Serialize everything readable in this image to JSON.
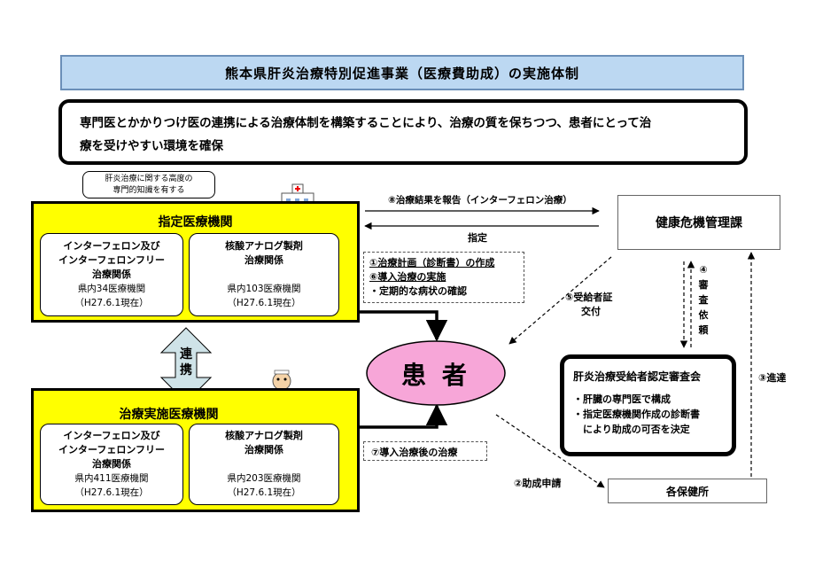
{
  "title": "熊本県肝炎治療特別促進事業（医療費助成）の実施体制",
  "summary_line1": "専門医とかかりつけ医の連携による治療体制を構築することにより、治療の質を保ちつつ、患者にとって治",
  "summary_line2": "療を受けやすい環境を確保",
  "callout": {
    "line1": "肝炎治療に関する高度の",
    "line2": "専門的知識を有する"
  },
  "designated": {
    "title": "指定医療機関",
    "left": {
      "line1": "インターフェロン及び",
      "line2": "インターフェロンフリー",
      "line3": "治療関係",
      "count": "県内34医療機関",
      "date": "（H27.6.1現在）"
    },
    "right": {
      "line1": "核酸アナログ製剤",
      "line2": "治療関係",
      "count": "県内103医療機関",
      "date": "（H27.6.1現在）"
    }
  },
  "renkei": {
    "char1": "連",
    "char2": "携"
  },
  "implementing": {
    "title": "治療実施医療機関",
    "left": {
      "line1": "インターフェロン及び",
      "line2": "インターフェロンフリー",
      "line3": "治療関係",
      "count": "県内411医療機関",
      "date": "（H27.6.1現在）"
    },
    "right": {
      "line1": "核酸アナログ製剤",
      "line2": "治療関係",
      "count": "県内203医療機関",
      "date": "（H27.6.1現在）"
    }
  },
  "kenko": "健康危機管理課",
  "patient": "患 者",
  "shinsakai": {
    "title": "肝炎治療受給者認定審査会",
    "item1": "・肝臓の専門医で構成",
    "item2a": "・指定医療機関作成の診断書",
    "item2b": "により助成の可否を決定"
  },
  "hokenjo": "各保健所",
  "labels": {
    "report": "⑧治療結果を報告（インターフェロン治療）",
    "shitei": "指定",
    "plan1": "①治療計画（診断書）の作成",
    "plan2": "⑥導入治療の実施",
    "plan3": "・定期的な病状の確認",
    "after": "⑦導入治療後の治療",
    "jukyu1": "⑤受給者証",
    "jukyu2": "交付",
    "shinsa": [
      "④",
      "審",
      "査",
      "依",
      "頼"
    ],
    "josei": "②助成申請",
    "shintatsu": "③進達"
  },
  "colors": {
    "banner": "#bcd8f2",
    "institution": "#ffff00",
    "patient": "#f7a6d8",
    "renkei_arrow": "#cfe3e8"
  }
}
